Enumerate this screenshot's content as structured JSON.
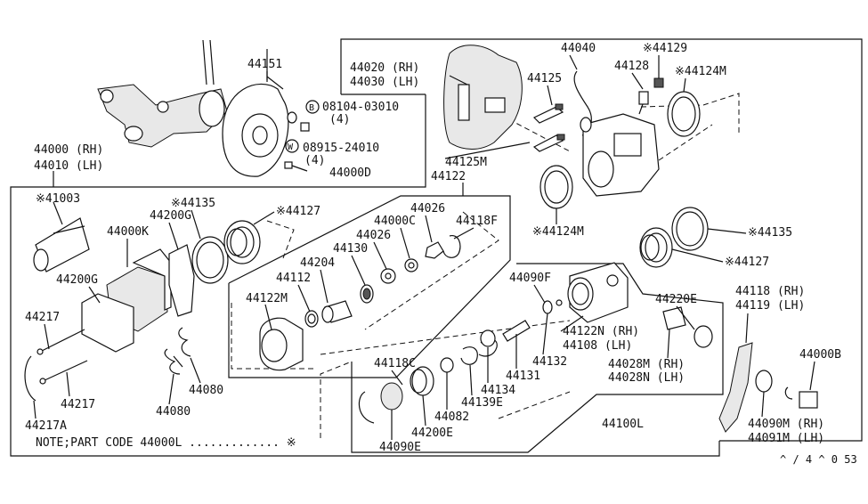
{
  "labels": {
    "p44151": "44151",
    "p08104": "08104-03010",
    "p08104_qty": "(4)",
    "p08915": "08915-24010",
    "p08915_qty": "(4)",
    "circ_b": "B",
    "circ_w": "W",
    "p44000D": "44000D",
    "p44000rh": "44000 (RH)",
    "p44010lh": "44010 (LH)",
    "p44020rh": "44020 (RH)",
    "p44030lh": "44030 (LH)",
    "p44040": "44040",
    "p44129": "※44129",
    "p44128": "44128",
    "p44124M_top": "※44124M",
    "p44125": "44125",
    "p44125M": "44125M",
    "p44122": "44122",
    "p44124M_bot": "※44124M",
    "p41003": "※41003",
    "p44135_left": "※44135",
    "p44200G_top": "44200G",
    "p44127_left": "※44127",
    "p44000K": "44000K",
    "p44200G_left": "44200G",
    "p44217_top": "44217",
    "p44217_bot": "44217",
    "p44217A": "44217A",
    "p44080_right": "44080",
    "p44080_left": "44080",
    "p44026_top": "44026",
    "p44000C": "44000C",
    "p44118F": "44118F",
    "p44026_mid": "44026",
    "p44130": "44130",
    "p44204": "44204",
    "p44112": "44112",
    "p44122M": "44122M",
    "p44135_right": "※44135",
    "p44127_right": "※44127",
    "p44090F": "44090F",
    "p44220E": "44220E",
    "p44118rh": "44118 (RH)",
    "p44119lh": "44119 (LH)",
    "p44122Nrh": "44122N (RH)",
    "p44108lh": "44108 (LH)",
    "p44132": "44132",
    "p44131": "44131",
    "p44028Mrh": "44028M (RH)",
    "p44028Nlh": "44028N (LH)",
    "p44000B": "44000B",
    "p44118C": "44118C",
    "p44134": "44134",
    "p44139E": "44139E",
    "p44082": "44082",
    "p44200E": "44200E",
    "p44090E": "44090E",
    "p44100L": "44100L",
    "p44090Mrh": "44090M (RH)",
    "p44091Mlh": "44091M (LH)",
    "note": "NOTE;PART CODE 44000L ............. ※",
    "page_ref": "^ / 4 ^ 0 53"
  }
}
